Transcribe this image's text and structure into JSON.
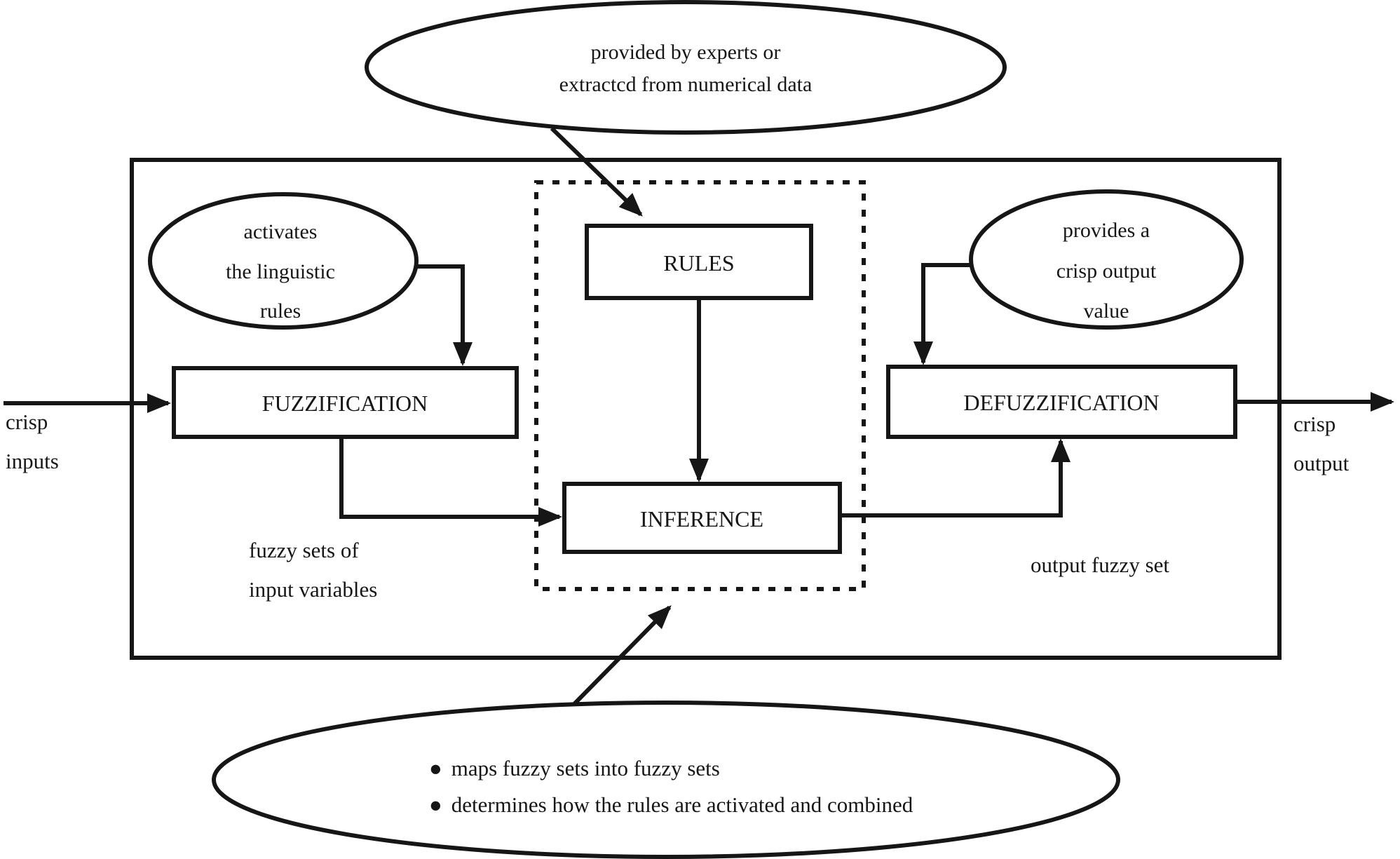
{
  "figure": {
    "background": "#ffffff",
    "ink": "#161616"
  },
  "boxes": {
    "fuzzification": {
      "label": "FUZZIFICATION"
    },
    "rules": {
      "label": "RULES"
    },
    "inference": {
      "label": "INFERENCE"
    },
    "defuzzification": {
      "label": "DEFUZZIFICATION"
    }
  },
  "callouts": {
    "top": {
      "lines": [
        "provided by experts or",
        "extractcd from numerical data"
      ]
    },
    "left": {
      "lines": [
        "activates",
        "the linguistic",
        "rules"
      ]
    },
    "right": {
      "lines": [
        "provides a",
        "crisp output",
        "value"
      ]
    },
    "bottom": {
      "bullet": "●",
      "items": [
        "maps fuzzy sets into fuzzy sets",
        "determines how the rules are activated and combined"
      ]
    }
  },
  "labels": {
    "crisp_inputs": {
      "lines": [
        "crisp",
        "inputs"
      ]
    },
    "crisp_output": {
      "lines": [
        "crisp",
        "output"
      ]
    },
    "fuzzy_sets": {
      "lines": [
        "fuzzy sets of",
        "input variables"
      ]
    },
    "output_fuzzy_set": "output fuzzy set"
  }
}
